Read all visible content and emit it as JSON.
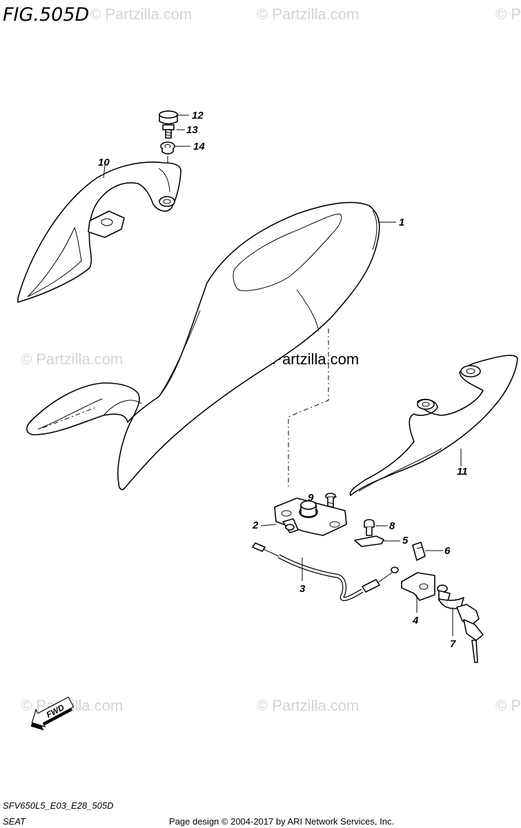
{
  "figure": {
    "title": "FIG.505D",
    "code": "SFV650L5_E03_E28_505D",
    "name": "SEAT"
  },
  "watermarks": {
    "text": "© Partzilla.com",
    "center_text": "© Partzilla.com"
  },
  "footer": {
    "copyright": "Page design © 2004-2017 by ARI Network Services, Inc."
  },
  "fwd_arrow": {
    "label": "FWD"
  },
  "callouts": [
    {
      "number": "1"
    },
    {
      "number": "2"
    },
    {
      "number": "3"
    },
    {
      "number": "4"
    },
    {
      "number": "5"
    },
    {
      "number": "6"
    },
    {
      "number": "7"
    },
    {
      "number": "8"
    },
    {
      "number": "9"
    },
    {
      "number": "10"
    },
    {
      "number": "11"
    },
    {
      "number": "12"
    },
    {
      "number": "13"
    },
    {
      "number": "14"
    }
  ],
  "colors": {
    "line": "#000000",
    "watermark": "#d3d3d3",
    "background": "#ffffff"
  }
}
